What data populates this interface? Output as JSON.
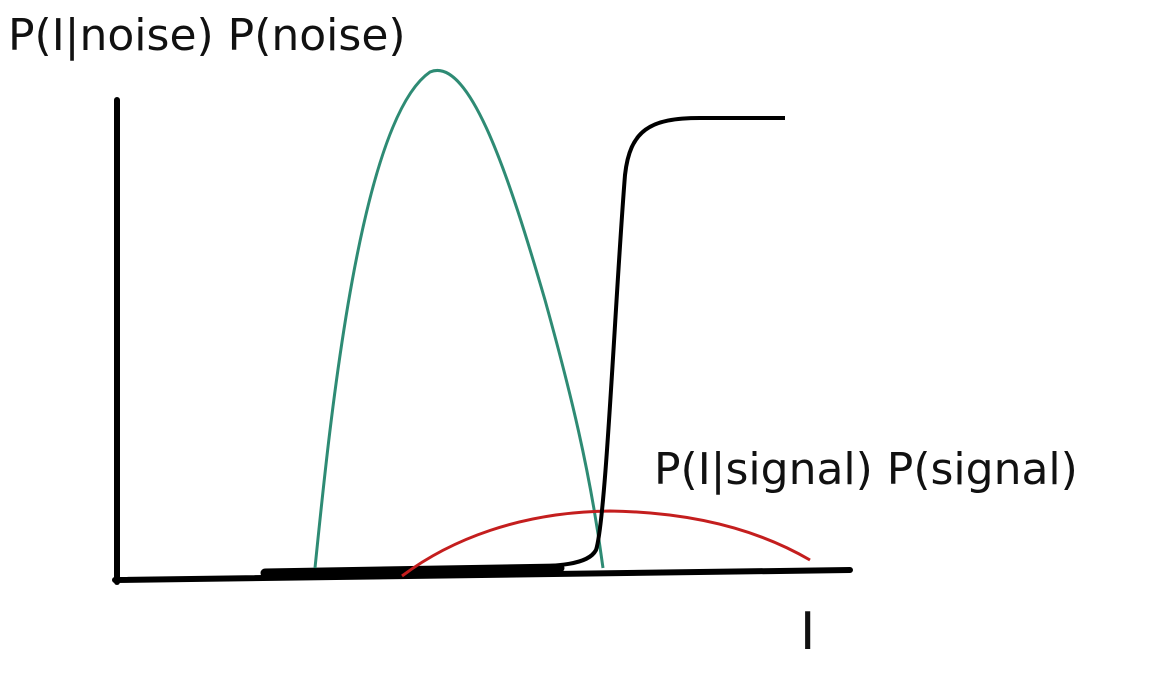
{
  "labels": {
    "noise_term": "P(I|noise) P(noise)",
    "signal_term": "P(I|signal) P(signal)",
    "x_axis": "I"
  },
  "colors": {
    "axes": "#000000",
    "noise_curve": "#2e8b74",
    "signal_curve": "#c41e1e",
    "threshold_curve": "#000000"
  },
  "curves": [
    {
      "name": "noise-curve",
      "shape": "tall narrow hump",
      "color_key": "noise_curve"
    },
    {
      "name": "signal-curve",
      "shape": "low wide hump",
      "color_key": "signal_curve"
    },
    {
      "name": "threshold-curve",
      "shape": "steep sigmoid step",
      "color_key": "threshold_curve"
    }
  ]
}
